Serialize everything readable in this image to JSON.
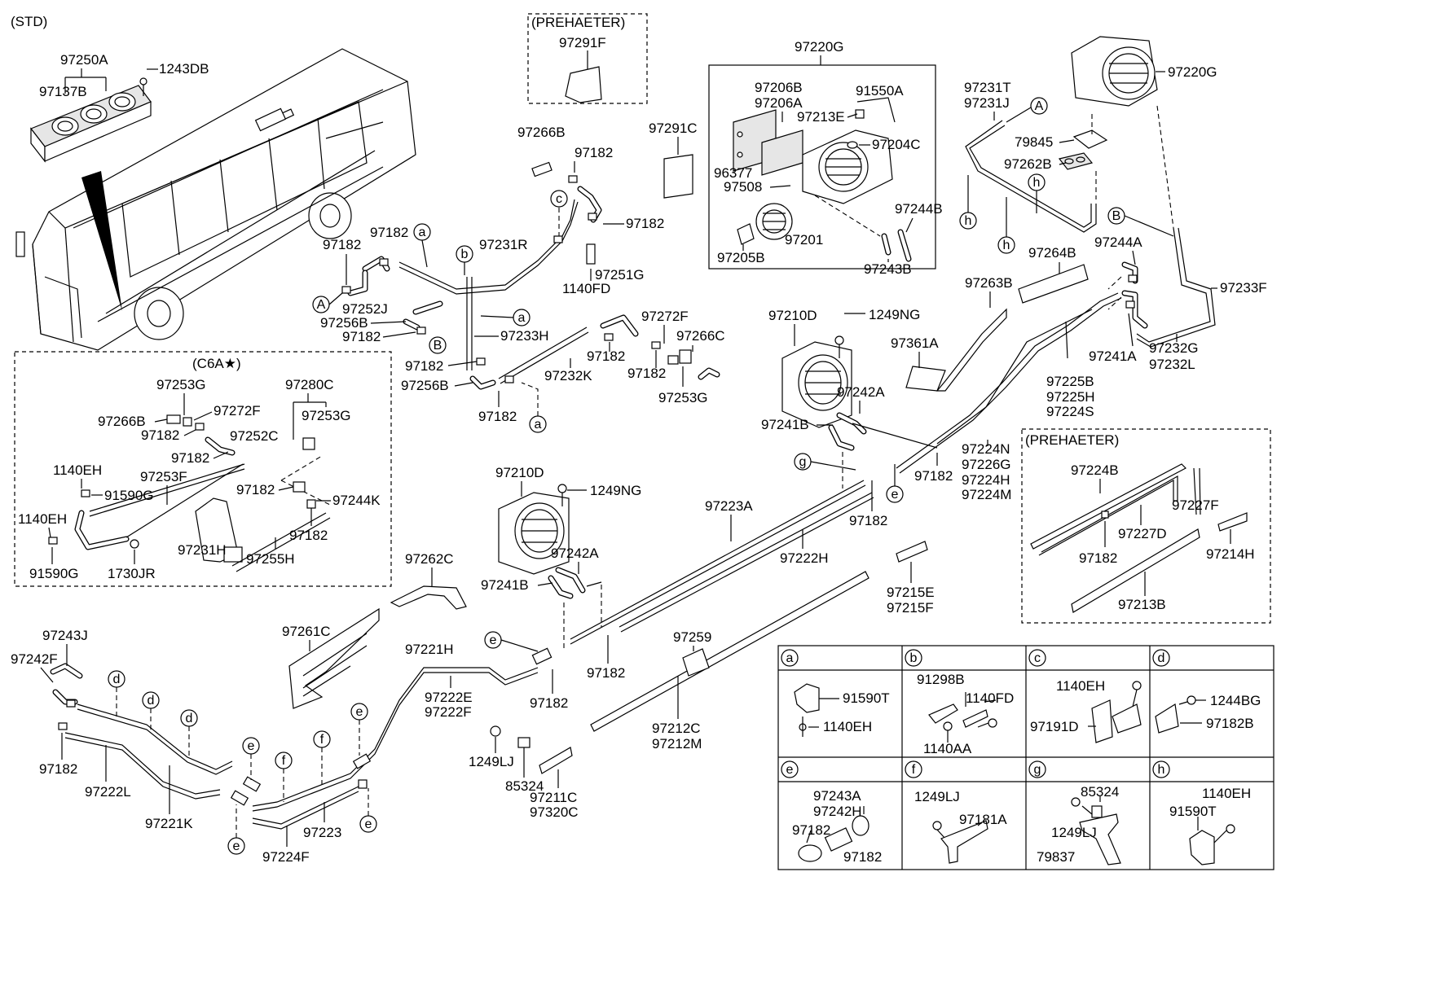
{
  "diagram": {
    "header_std": "(STD)",
    "preheater_top": "(PREHAETER)",
    "preheater_right": "(PREHAETER)",
    "c6a": "(C6A★)",
    "labels": {
      "l97250A": "97250A",
      "l1243DB": "1243DB",
      "l97137B": "97137B",
      "l97291F": "97291F",
      "l97291C": "97291C",
      "l97266B_top": "97266B",
      "l97182_t1": "97182",
      "l97182_t2": "97182",
      "l97182_a": "97182",
      "l97182_b": "97182",
      "l97231R": "97231R",
      "l97252J": "97252J",
      "l97256B_1": "97256B",
      "l97182_c": "97182",
      "l97233H": "97233H",
      "l1140FD": "1140FD",
      "l97251G": "97251G",
      "l97272F_top": "97272F",
      "l97266C": "97266C",
      "l97182_d": "97182",
      "l97182_e": "97182",
      "l97232K": "97232K",
      "l97182_f": "97182",
      "l97256B_2": "97256B",
      "l97182_g": "97182",
      "l97253G_top": "97253G",
      "l97220G_box": "97220G",
      "l97206B": "97206B",
      "l97206A": "97206A",
      "l91550A": "91550A",
      "l97213E": "97213E",
      "l97204C": "97204C",
      "l96377": "96377",
      "l97508": "97508",
      "l97201": "97201",
      "l97205B": "97205B",
      "l97244B": "97244B",
      "l97243B": "97243B",
      "l97231T": "97231T",
      "l97231J": "97231J",
      "l97220G_r": "97220G",
      "l79845": "79845",
      "l97262B": "97262B",
      "l97244A": "97244A",
      "l97233F": "97233F",
      "l97264B": "97264B",
      "l97263B": "97263B",
      "l97241A": "97241A",
      "l97232G": "97232G",
      "l97232L": "97232L",
      "l97225B": "97225B",
      "l97225H": "97225H",
      "l97224S": "97224S",
      "l97210D_top": "97210D",
      "l1249NG_top": "1249NG",
      "l97361A": "97361A",
      "l97242A_top": "97242A",
      "l97241B_top": "97241B",
      "l97224N": "97224N",
      "l97226G": "97226G",
      "l97224H": "97224H",
      "l97224M": "97224M",
      "l97182_h": "97182",
      "l97182_i": "97182",
      "l97224B": "97224B",
      "l97227F": "97227F",
      "l97227D": "97227D",
      "l97182_j": "97182",
      "l97214H": "97214H",
      "l97213B": "97213B",
      "l97253G_c1": "97253G",
      "l97280C": "97280C",
      "l97272F_c": "97272F",
      "l97266B_c": "97266B",
      "l97182_c1": "97182",
      "l97252C": "97252C",
      "l97253G_c2": "97253G",
      "l97182_c2": "97182",
      "l1140EH_c1": "1140EH",
      "l97253F": "97253F",
      "l91590G_1": "91590G",
      "l97182_c3": "97182",
      "l97244K": "97244K",
      "l1140EH_c2": "1140EH",
      "l97231H": "97231H",
      "l97182_c4": "97182",
      "l97255H": "97255H",
      "l91590G_2": "91590G",
      "l1730JR": "1730JR",
      "l97210D_mid": "97210D",
      "l1249NG_mid": "1249NG",
      "l97223A": "97223A",
      "l97222H": "97222H",
      "l97182_k": "97182",
      "l97215E": "97215E",
      "l97215F": "97215F",
      "l97262C": "97262C",
      "l97242A_mid": "97242A",
      "l97241B_mid": "97241B",
      "l97261C": "97261C",
      "l97259": "97259",
      "l97182_l": "97182",
      "l97182_m": "97182",
      "l97221H": "97221H",
      "l97222E": "97222E",
      "l97222F": "97222F",
      "l97212C": "97212C",
      "l97212M": "97212M",
      "l97243J": "97243J",
      "l97242F": "97242F",
      "l97182_n": "97182",
      "l97222L": "97222L",
      "l97221K": "97221K",
      "l97223": "97223",
      "l97224F": "97224F",
      "l1249LJ": "1249LJ",
      "l85324": "85324",
      "l97211C": "97211C",
      "l97320C": "97320C"
    },
    "callouts": {
      "A": "A",
      "B": "B",
      "a": "a",
      "b": "b",
      "c": "c",
      "d": "d",
      "e": "e",
      "f": "f",
      "g": "g",
      "h": "h"
    },
    "legend": {
      "headers": [
        "a",
        "b",
        "c",
        "d",
        "e",
        "f",
        "g",
        "h"
      ],
      "a": [
        "91590T",
        "1140EH"
      ],
      "b": [
        "91298B",
        "1140FD",
        "1140AA"
      ],
      "c": [
        "1140EH",
        "97191D"
      ],
      "d": [
        "1244BG",
        "97182B"
      ],
      "e": [
        "97243A",
        "97242H",
        "97182",
        "97182"
      ],
      "f": [
        "1249LJ",
        "97181A"
      ],
      "g": [
        "85324",
        "1249LJ",
        "79837"
      ],
      "h": [
        "1140EH",
        "91590T"
      ]
    }
  }
}
